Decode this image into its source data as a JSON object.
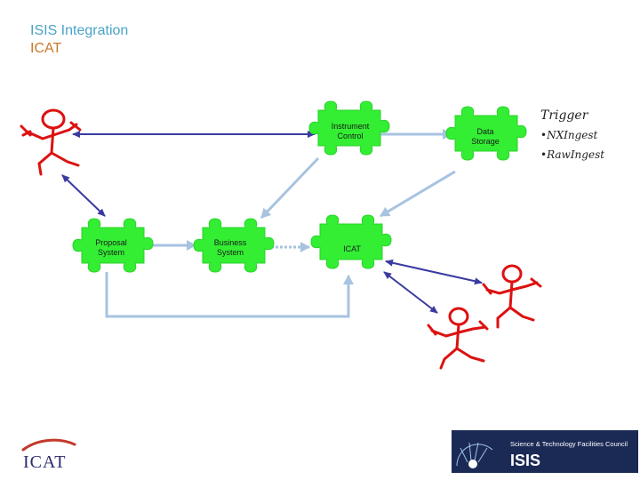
{
  "title": {
    "line1": "ISIS Integration",
    "line2": "ICAT"
  },
  "pieces": {
    "instrument_control": [
      "Instrument",
      "Control"
    ],
    "data_storage": [
      "Data",
      "Storage"
    ],
    "proposal_system": [
      "Proposal",
      "System"
    ],
    "business_system": [
      "Business",
      "System"
    ],
    "icat": [
      "ICAT"
    ]
  },
  "notes": {
    "trigger": "Trigger",
    "item1": "•NXIngest",
    "item2": "•RawIngest"
  },
  "logos": {
    "icat": "ICAT",
    "stfc": "Science & Technology Facilities Council",
    "isis": "ISIS"
  },
  "colors": {
    "piece": "#33ee33",
    "arrow_blue": "#3a3aa0",
    "arrow_light": "#aac6e2",
    "person": "#dd1111",
    "title1": "#4aa3c8",
    "title2": "#c9782b"
  }
}
